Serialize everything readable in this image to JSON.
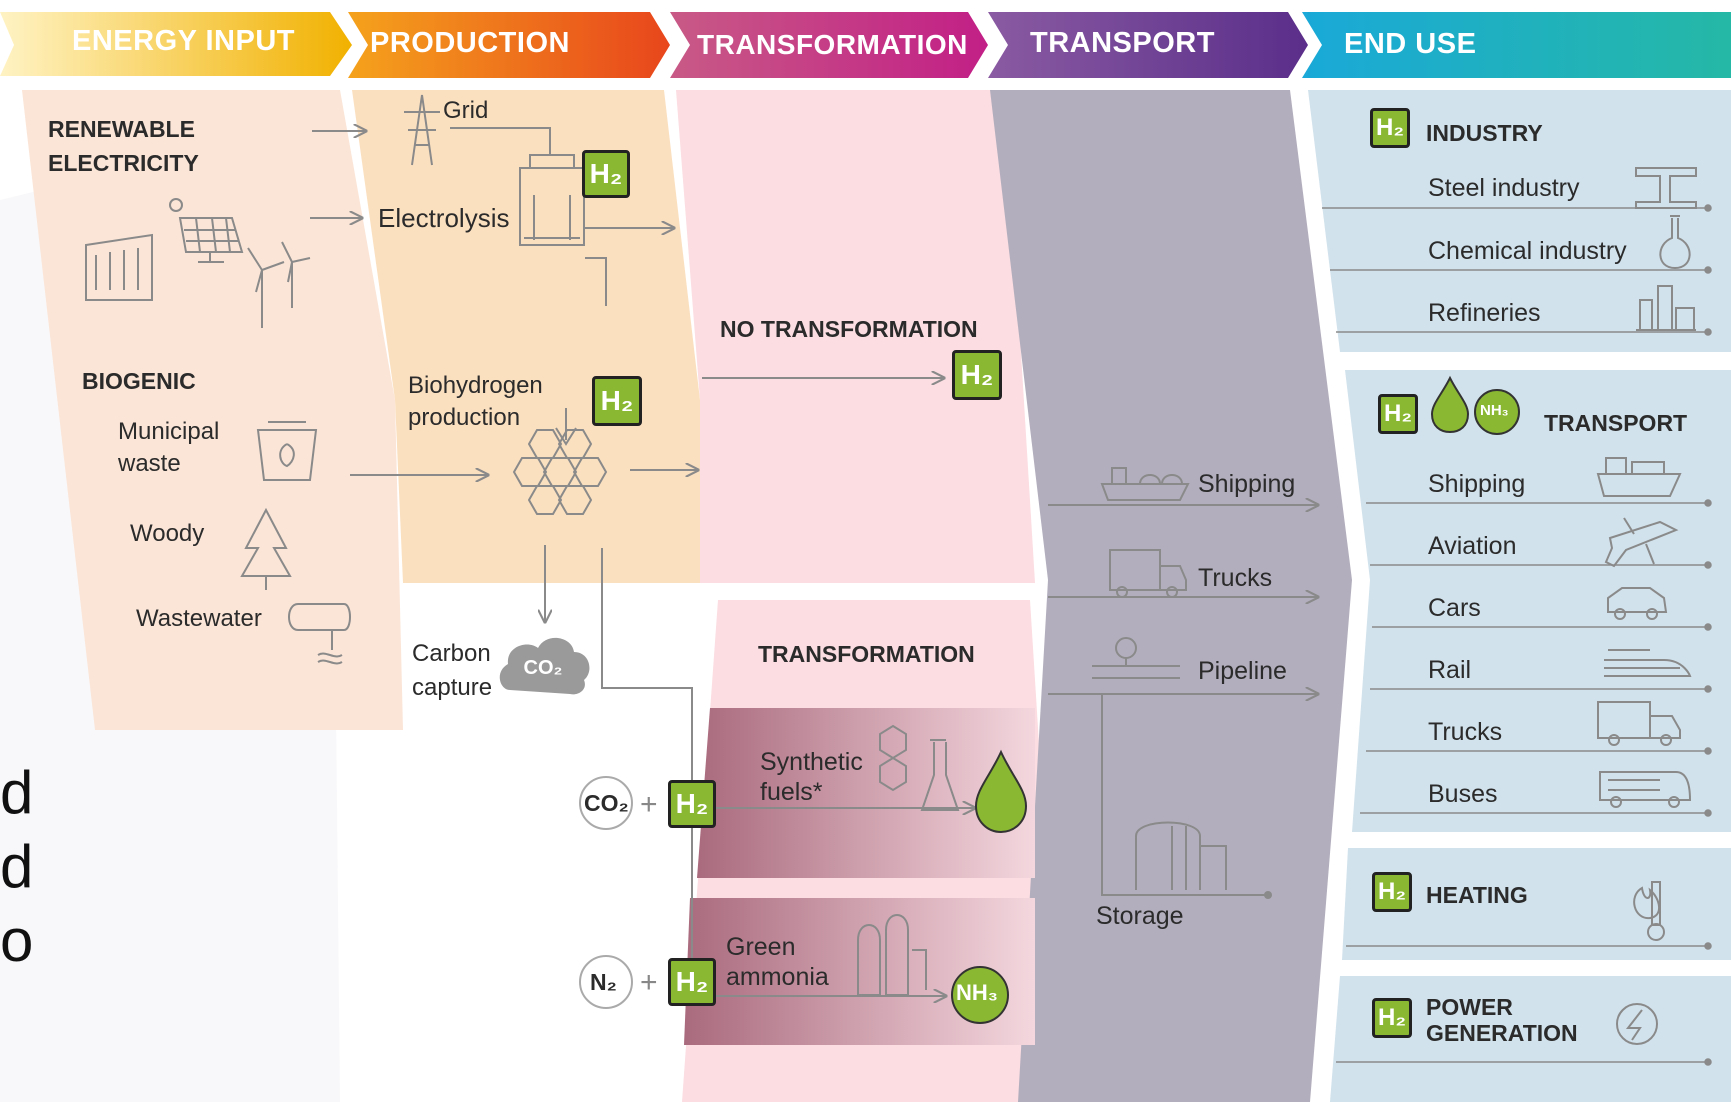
{
  "header": {
    "energy_input": "ENERGY INPUT",
    "production": "PRODUCTION",
    "transformation": "TRANSFORMATION",
    "transport": "TRANSPORT",
    "end_use": "END USE"
  },
  "energy_input": {
    "renewable_line1": "RENEWABLE",
    "renewable_line2": "ELECTRICITY",
    "biogenic": "BIOGENIC",
    "municipal_line1": "Municipal",
    "municipal_line2": "waste",
    "woody": "Woody",
    "wastewater": "Wastewater"
  },
  "production": {
    "grid": "Grid",
    "electrolysis": "Electrolysis",
    "bio_line1": "Biohydrogen",
    "bio_line2": "production",
    "carbon_line1": "Carbon",
    "carbon_line2": "capture",
    "co2_cloud": "CO₂"
  },
  "transformation": {
    "none": "NO TRANSFORMATION",
    "title": "TRANSFORMATION",
    "synth_line1": "Synthetic",
    "synth_line2": "fuels*",
    "green_line1": "Green",
    "green_line2": "ammonia",
    "co2": "CO₂",
    "n2": "N₂",
    "plus": "+"
  },
  "transport": {
    "shipping": "Shipping",
    "trucks": "Trucks",
    "pipeline": "Pipeline",
    "storage": "Storage"
  },
  "end_use": {
    "industry": {
      "title": "INDUSTRY",
      "items": [
        "Steel industry",
        "Chemical industry",
        "Refineries"
      ]
    },
    "transport": {
      "title": "TRANSPORT",
      "items": [
        "Shipping",
        "Aviation",
        "Cars",
        "Rail",
        "Trucks",
        "Buses"
      ]
    },
    "heating": {
      "title": "HEATING"
    },
    "power": {
      "title_line1": "POWER",
      "title_line2": "GENERATION"
    }
  },
  "badges": {
    "h2": "H₂",
    "nh3": "NH₃"
  },
  "side_fragments": [
    "d",
    "d",
    "o"
  ],
  "colors": {
    "energy_input": "#f5b800",
    "production": "#ef6a1a",
    "transformation": "#c3267e",
    "transport": "#7b4a9a",
    "end_use": "#1e9ac8",
    "h2_green": "#8ab832"
  }
}
